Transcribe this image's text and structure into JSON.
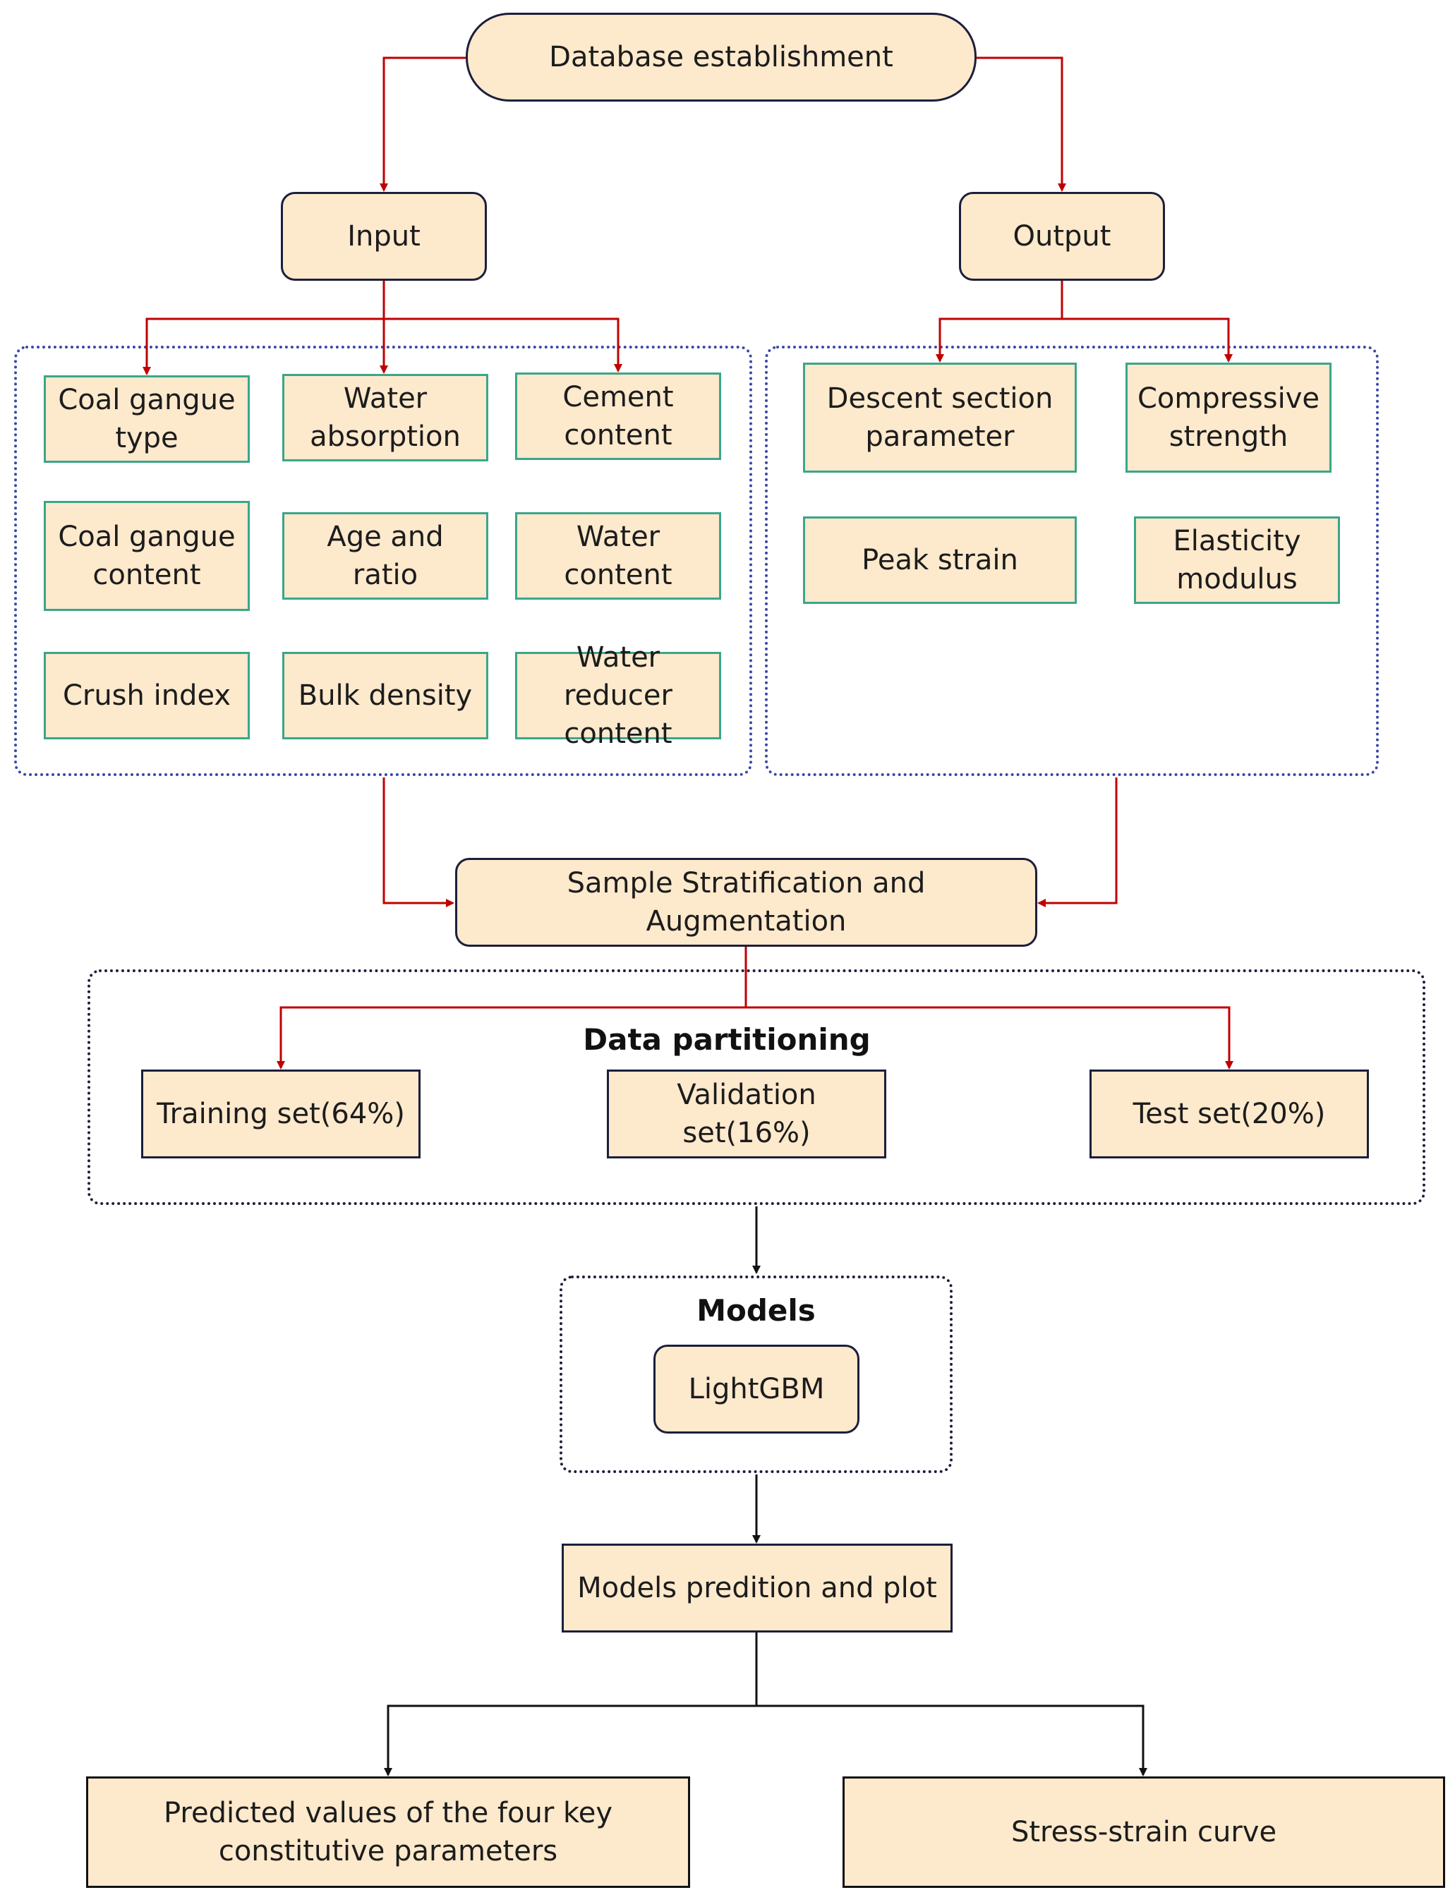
{
  "top": {
    "database": "Database establishment"
  },
  "branches": {
    "input": "Input",
    "output": "Output"
  },
  "inputs": {
    "coal_gangue_type": "Coal gangue type",
    "water_absorption": "Water absorption",
    "cement_content": "Cement content",
    "coal_gangue_content": "Coal gangue content",
    "age_and_ratio": "Age and ratio",
    "water_content": "Water content",
    "crush_index": "Crush index",
    "bulk_density": "Bulk density",
    "water_reducer_content": "Water reducer content"
  },
  "outputs": {
    "descent_section_parameter": "Descent section parameter",
    "compressive_strength": "Compressive strength",
    "peak_strain": "Peak strain",
    "elasticity_modulus": "Elasticity modulus"
  },
  "sampling": {
    "label": "Sample Stratification and Augmentation"
  },
  "partitioning": {
    "title": "Data partitioning",
    "training": "Training set(64%)",
    "validation": "Validation set(16%)",
    "test": "Test set(20%)"
  },
  "models": {
    "title": "Models",
    "lightgbm": "LightGBM"
  },
  "prediction": {
    "label": "Models predition and plot"
  },
  "results": {
    "predicted_values": "Predicted values of the four key constitutive parameters",
    "stress_strain": "Stress-strain curve"
  },
  "colors": {
    "box_fill": "#fde9cc",
    "navy_border": "#1b1f3b",
    "teal_border": "#3aa68a",
    "red_arrow": "#c00000",
    "black_arrow": "#111111",
    "dotted_group_blue": "#3848a8"
  }
}
